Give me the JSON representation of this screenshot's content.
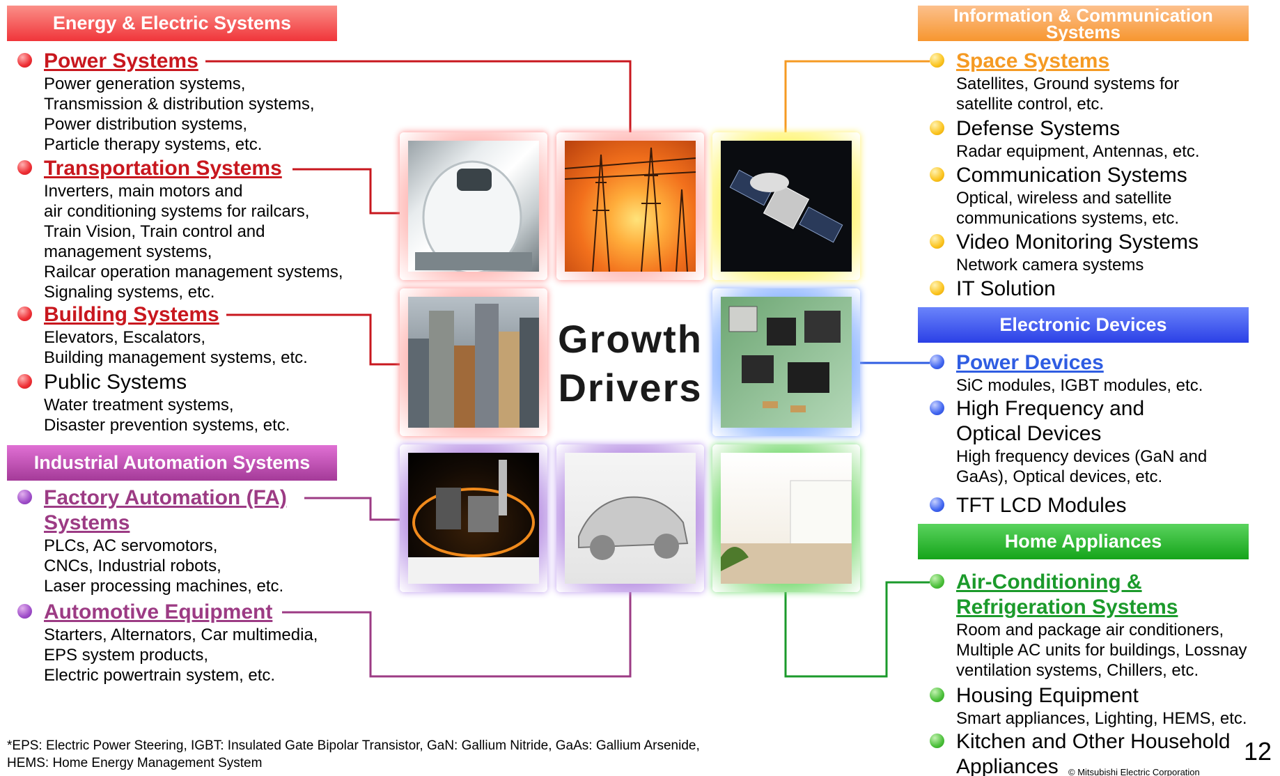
{
  "headers": {
    "energy": "Energy & Electric Systems",
    "industrial": "Industrial Automation Systems",
    "info_line1": "Information & Communication",
    "info_line2": "Systems",
    "electronic": "Electronic Devices",
    "home": "Home Appliances"
  },
  "colors": {
    "energy": "#f0353a",
    "industrial": "#a43a98",
    "info": "#f7962f",
    "electronic": "#2b40e6",
    "home": "#15a41a"
  },
  "energy": {
    "power": {
      "title": "Power Systems",
      "lines": [
        "Power generation systems,",
        "Transmission & distribution systems,",
        "Power distribution systems,",
        "Particle therapy systems, etc."
      ]
    },
    "transport": {
      "title": "Transportation Systems",
      "lines": [
        "Inverters, main motors and",
        "air conditioning systems for railcars,",
        "Train Vision, Train control and",
        "management systems,",
        "Railcar operation management systems,",
        "Signaling systems, etc."
      ]
    },
    "building": {
      "title": "Building Systems",
      "lines": [
        "Elevators, Escalators,",
        "Building management systems, etc."
      ]
    },
    "public": {
      "title": "Public Systems",
      "lines": [
        "Water treatment systems,",
        "Disaster prevention systems, etc."
      ]
    }
  },
  "industrial": {
    "fa": {
      "title1": "Factory Automation (FA) ",
      "title2": "Systems",
      "lines": [
        "PLCs, AC servomotors,",
        "CNCs, Industrial robots,",
        "Laser processing machines, etc."
      ]
    },
    "auto": {
      "title": "Automotive Equipment",
      "lines": [
        "Starters, Alternators, Car multimedia,",
        "EPS system products,",
        "Electric powertrain system, etc."
      ]
    }
  },
  "info": {
    "space": {
      "title": "Space Systems",
      "lines": [
        "Satellites, Ground  systems for",
        "satellite control, etc."
      ]
    },
    "defense": {
      "title": "Defense Systems",
      "lines": [
        "Radar equipment, Antennas, etc."
      ]
    },
    "comm": {
      "title": "Communication Systems",
      "lines": [
        "Optical, wireless and satellite",
        "communications systems, etc."
      ]
    },
    "video": {
      "title": "Video Monitoring Systems",
      "lines": [
        "Network camera systems"
      ]
    },
    "it": {
      "title": "IT Solution"
    }
  },
  "electronic": {
    "power": {
      "title": "Power Devices",
      "lines": [
        "SiC modules, IGBT modules, etc."
      ]
    },
    "hf": {
      "title1": "High Frequency and",
      "title2": "Optical Devices",
      "lines": [
        "High frequency devices (GaN and",
        "GaAs), Optical devices, etc."
      ]
    },
    "tft": {
      "title": "TFT LCD Modules"
    }
  },
  "home": {
    "ac": {
      "title1": "Air-Conditioning & ",
      "title2": "Refrigeration Systems",
      "lines": [
        "Room and package air conditioners,",
        "Multiple AC units for buildings, Lossnay",
        "ventilation systems, Chillers, etc."
      ]
    },
    "housing": {
      "title": "Housing Equipment",
      "lines": [
        "Smart appliances, Lighting, HEMS, etc."
      ]
    },
    "kitchen": {
      "title1": "Kitchen and Other Household",
      "title2": "Appliances"
    }
  },
  "center": {
    "line1": "Growth",
    "line2": "Drivers"
  },
  "footnote": {
    "line1": "*EPS: Electric Power Steering, IGBT: Insulated Gate Bipolar Transistor, GaN: Gallium Nitride, GaAs: Gallium Arsenide,",
    "line2": " HEMS: Home Energy Management System"
  },
  "page_number": "12",
  "copyright": "© Mitsubishi Electric Corporation"
}
